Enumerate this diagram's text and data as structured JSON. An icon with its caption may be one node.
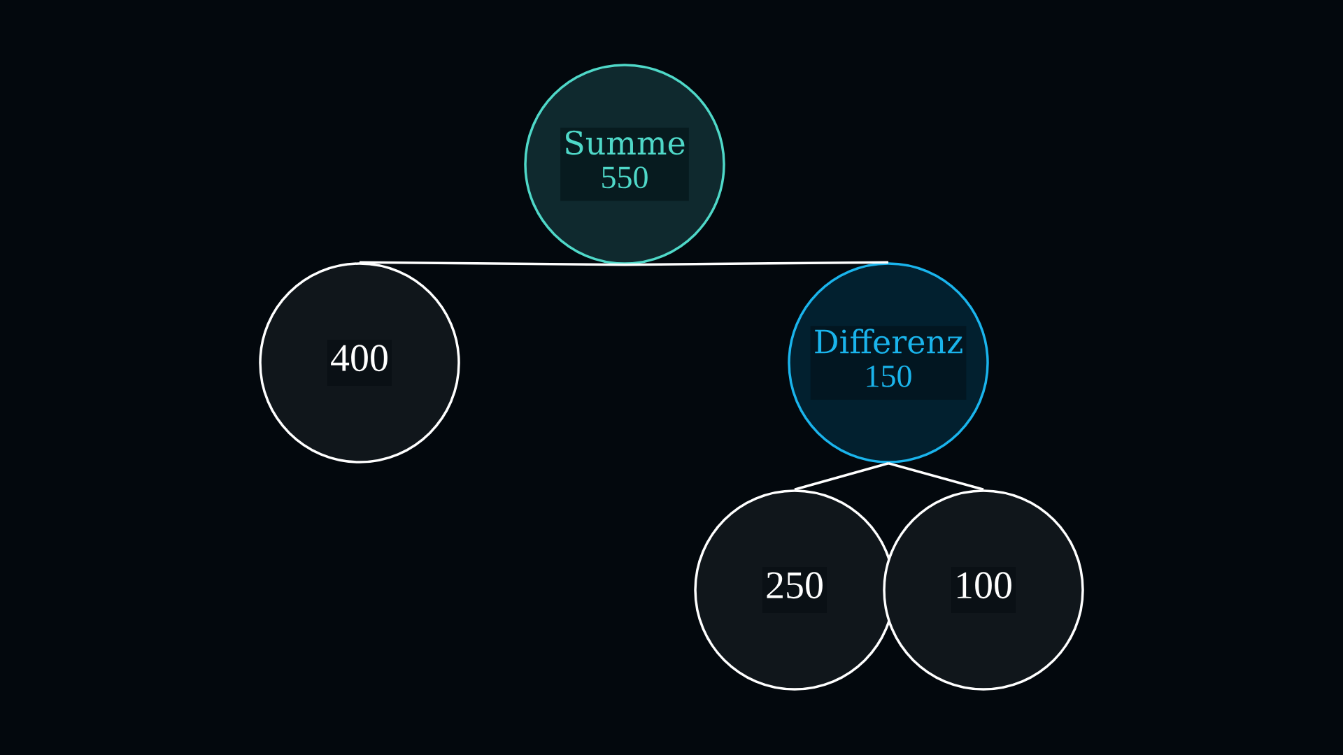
{
  "diagram": {
    "nodes": [
      {
        "text": [
          "Summe",
          "550"
        ]
      },
      {
        "text": [
          "400"
        ]
      },
      {
        "text": [
          "Differenz",
          "150"
        ]
      },
      {
        "text": [
          "250"
        ]
      },
      {
        "text": [
          "100"
        ]
      }
    ],
    "edges": [
      {
        "from": 0,
        "to": 1,
        "arrow": "none"
      },
      {
        "from": 0,
        "to": 2,
        "arrow": "none"
      },
      {
        "from": 2,
        "to": 3,
        "arrow": "none"
      },
      {
        "from": 2,
        "to": 4,
        "arrow": "none"
      }
    ]
  }
}
